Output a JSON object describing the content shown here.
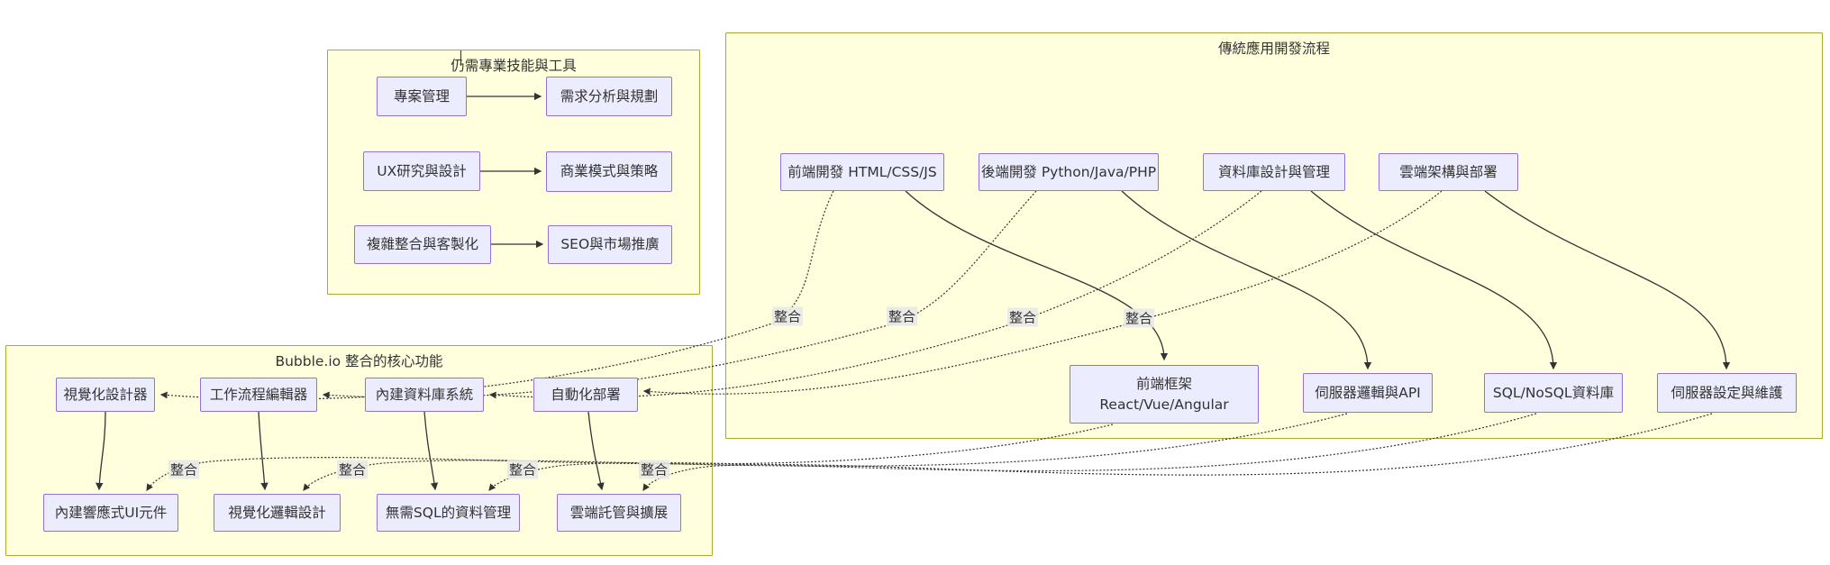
{
  "subgraphs": {
    "skills": {
      "title": "仍需專業技能與工具"
    },
    "traditional": {
      "title": "傳統應用開發流程"
    },
    "bubble": {
      "title": "Bubble.io 整合的核心功能"
    }
  },
  "nodes": {
    "project_mgmt": "專案管理",
    "req_analysis": "需求分析與規劃",
    "ux_research": "UX研究與設計",
    "biz_model": "商業模式與策略",
    "complex_integration": "複雜整合與客製化",
    "seo_marketing": "SEO與市場推廣",
    "frontend_dev": "前端開發 HTML/CSS/JS",
    "backend_dev": "後端開發 Python/Java/PHP",
    "db_design": "資料庫設計與管理",
    "cloud_arch": "雲端架構與部署",
    "frontend_framework_line1": "前端框架",
    "frontend_framework_line2": "React/Vue/Angular",
    "server_logic": "伺服器邏輯與API",
    "sql_nosql": "SQL/NoSQL資料庫",
    "server_setup": "伺服器設定與維護",
    "visual_designer": "視覺化設計器",
    "workflow_editor": "工作流程編輯器",
    "builtin_db": "內建資料庫系統",
    "auto_deploy": "自動化部署",
    "responsive_ui": "內建響應式UI元件",
    "visual_logic": "視覺化邏輯設計",
    "nosql_data": "無需SQL的資料管理",
    "cloud_hosting": "雲端託管與擴展"
  },
  "edge_label": "整合",
  "colors": {
    "node_fill": "#ECECFF",
    "node_border": "#9370DB",
    "cluster_fill": "#ffffde",
    "cluster_border": "#aaaa33",
    "edge": "#333333",
    "text": "#333333",
    "edge_label_bg": "#e8e8e8"
  }
}
